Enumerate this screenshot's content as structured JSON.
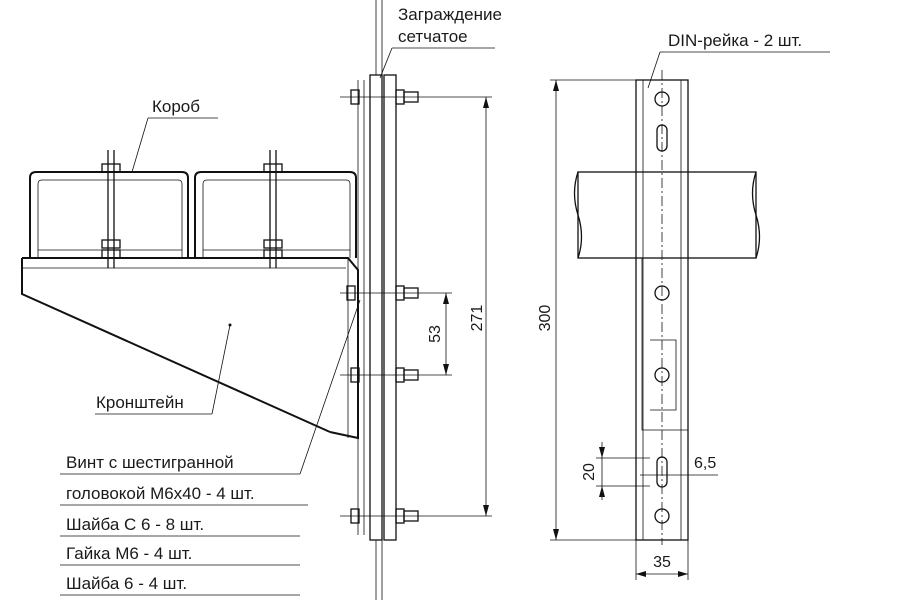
{
  "labels": {
    "fence_line1": "Заграждение",
    "fence_line2": "сетчатое",
    "box": "Короб",
    "bracket": "Кронштейн",
    "din_rail": "DIN-рейка - 2 шт."
  },
  "specs": [
    "Винт с шестигранной",
    "головокой М6х40 - 4 шт.",
    "Шайба С 6 - 8 шт.",
    "Гайка М6 - 4 шт.",
    "Шайба 6 - 4 шт."
  ],
  "dimensions": {
    "d271": "271",
    "d53": "53",
    "d300": "300",
    "d20": "20",
    "d6_5": "6,5",
    "d35": "35"
  }
}
